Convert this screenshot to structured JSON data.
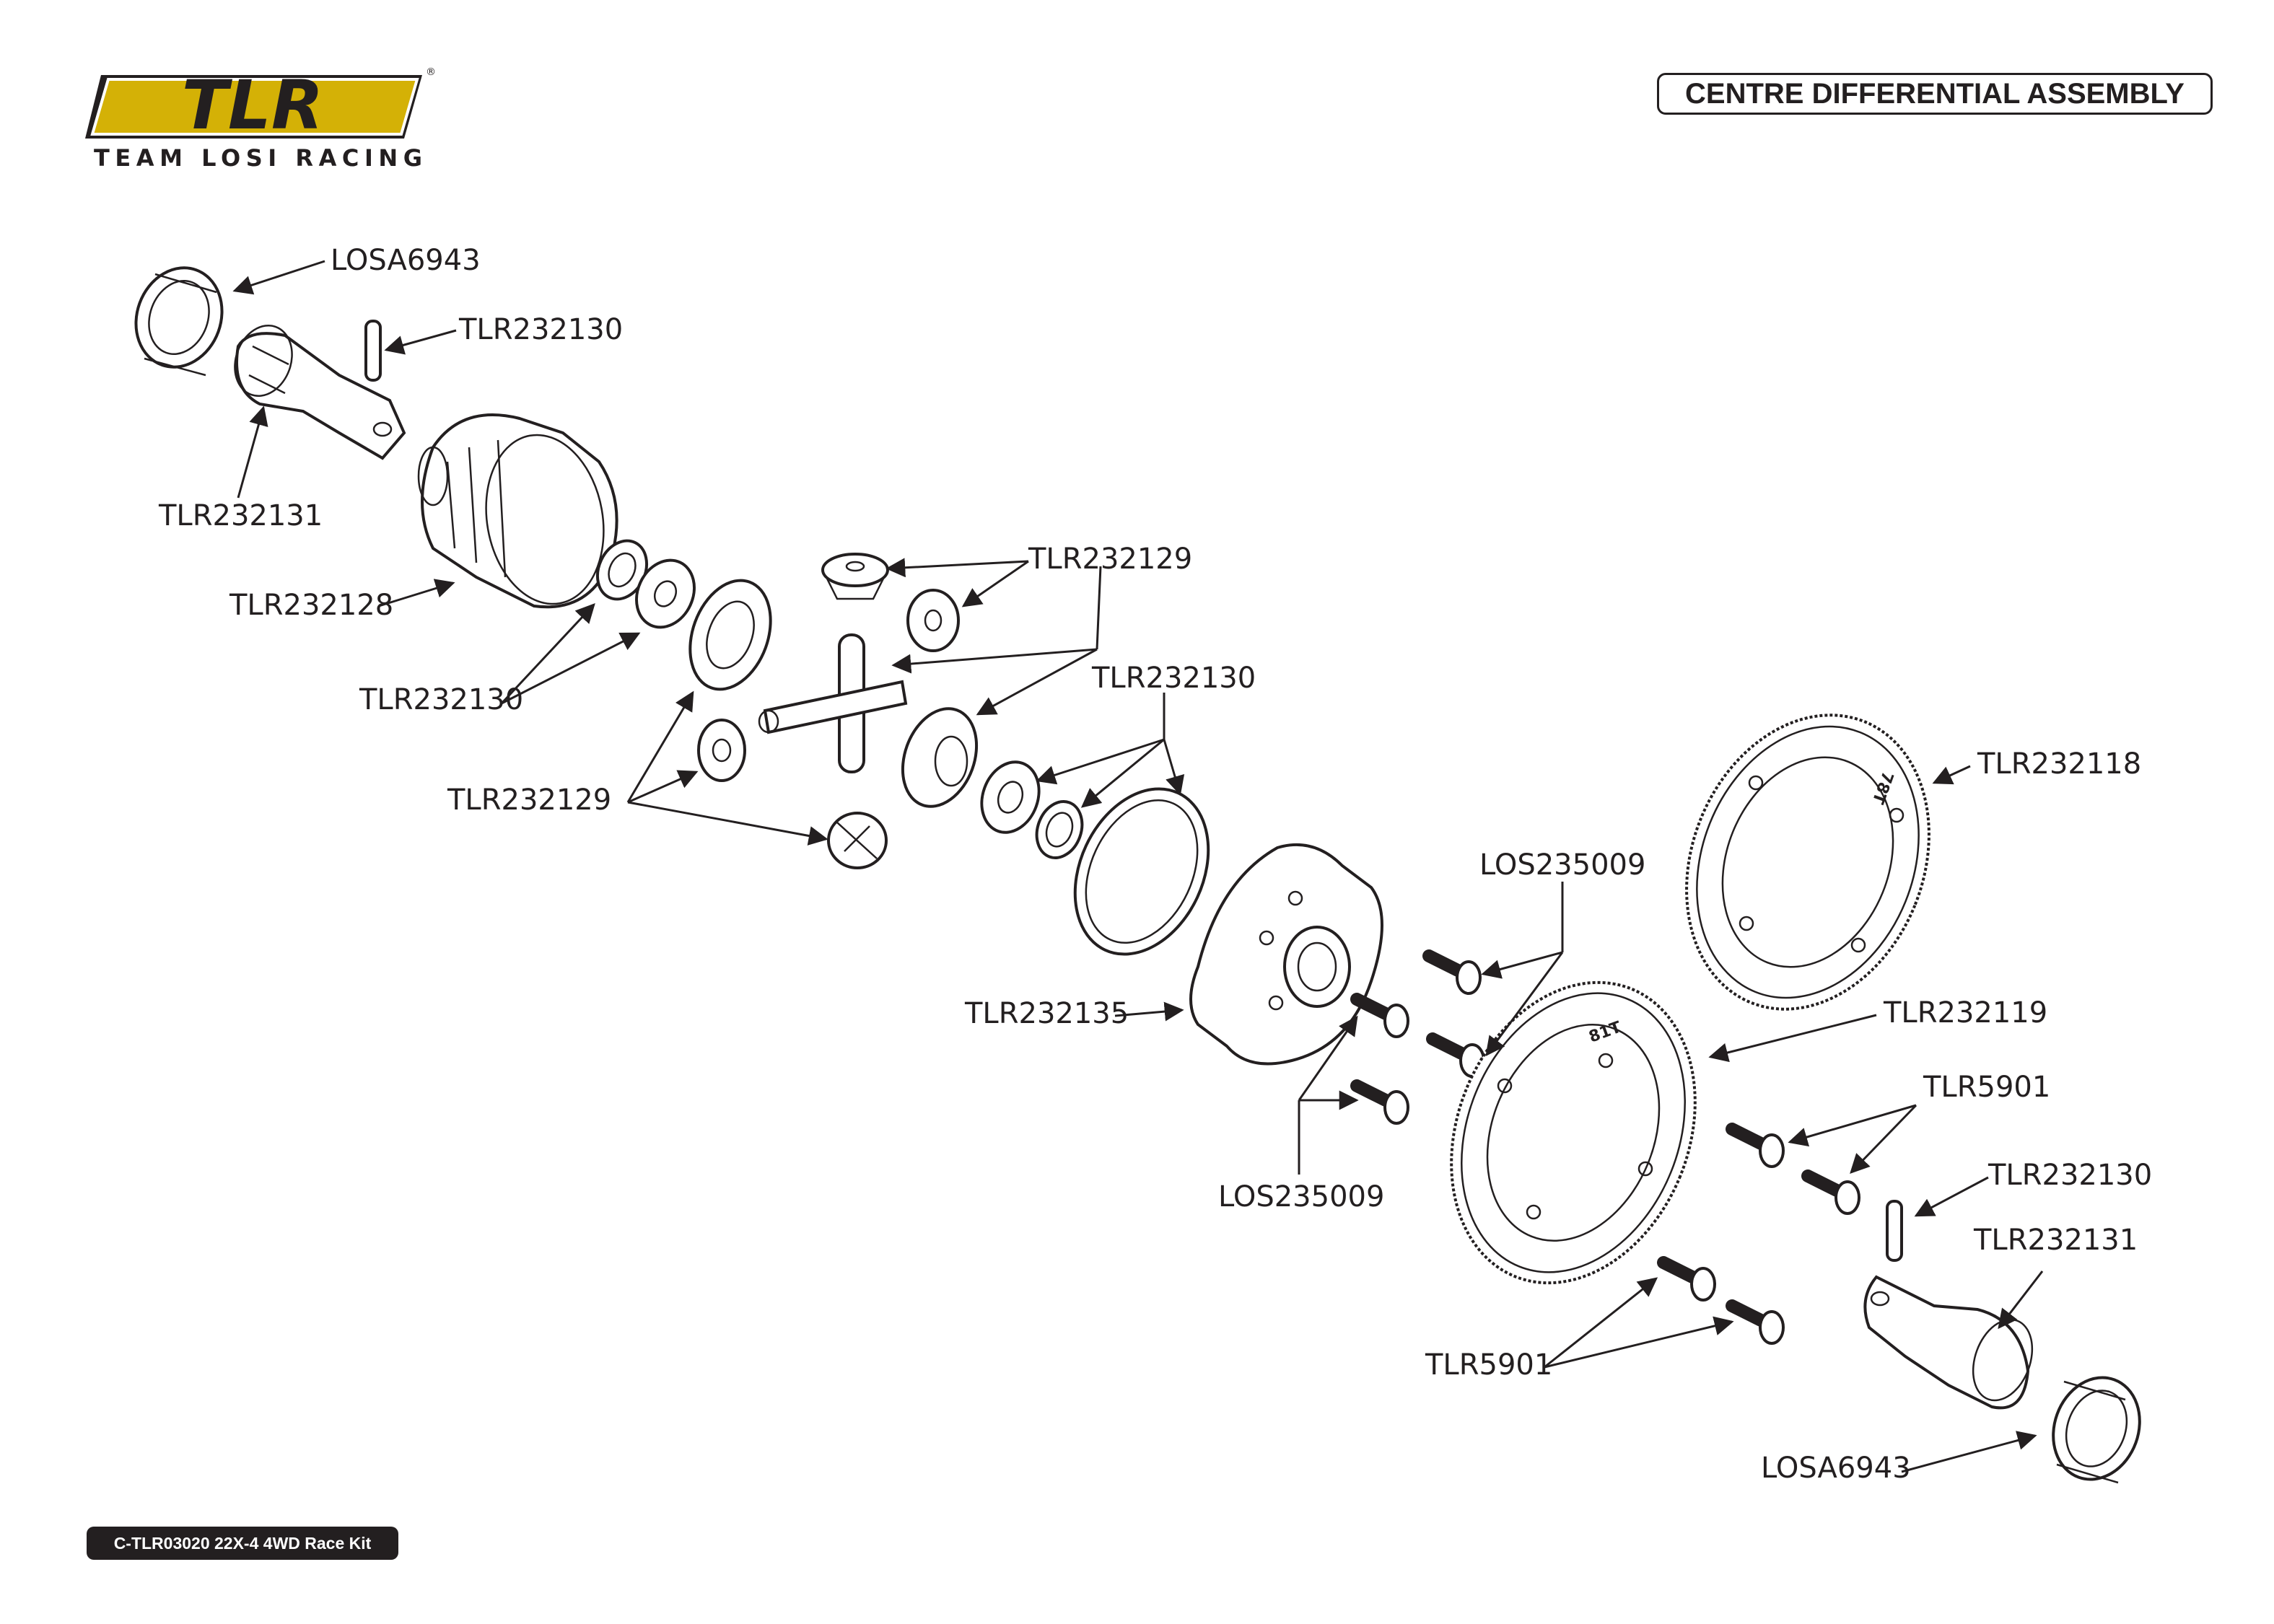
{
  "header": {
    "brand_mark": "TLR",
    "brand_name": "TEAM LOSI RACING",
    "registered_mark": "®",
    "title": "CENTRE DIFFERENTIAL ASSEMBLY"
  },
  "footer": {
    "kit_label": "C-TLR03020 22X-4 4WD Race Kit"
  },
  "part_labels": [
    {
      "id": "bearing-top",
      "text": "LOSA6943"
    },
    {
      "id": "pin-top",
      "text": "TLR232130"
    },
    {
      "id": "outdrive-top",
      "text": "TLR232131"
    },
    {
      "id": "diff-case",
      "text": "TLR232128"
    },
    {
      "id": "gear-set-top",
      "text": "TLR232129"
    },
    {
      "id": "shims-left",
      "text": "TLR232130"
    },
    {
      "id": "shims-center",
      "text": "TLR232130"
    },
    {
      "id": "gear-set-left",
      "text": "TLR232129"
    },
    {
      "id": "spur-gear-large",
      "text": "TLR232118"
    },
    {
      "id": "screws-upper",
      "text": "LOS235009"
    },
    {
      "id": "diff-cover",
      "text": "TLR232135"
    },
    {
      "id": "spur-gear-small",
      "text": "TLR232119"
    },
    {
      "id": "screws-lower",
      "text": "LOS235009"
    },
    {
      "id": "screws-right",
      "text": "TLR5901"
    },
    {
      "id": "pin-bottom",
      "text": "TLR232130"
    },
    {
      "id": "outdrive-bottom",
      "text": "TLR232131"
    },
    {
      "id": "screws-bottom",
      "text": "TLR5901"
    },
    {
      "id": "bearing-bottom",
      "text": "LOSA6943"
    }
  ],
  "gear_markings": {
    "large": "78T",
    "small": "81T"
  }
}
